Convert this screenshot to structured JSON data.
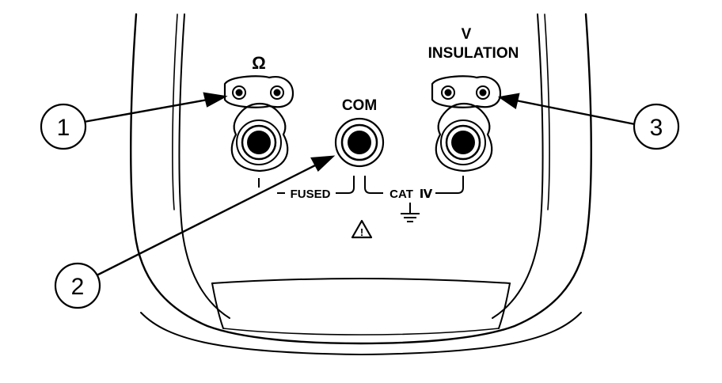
{
  "diagram": {
    "labels": {
      "ohm": "Ω",
      "com": "COM",
      "v": "V",
      "insulation": "INSULATION",
      "fused": "FUSED",
      "cat": "CAT",
      "cat_numeral": "Ⅳ",
      "warning_glyph": "!"
    },
    "callouts": [
      "1",
      "2",
      "3"
    ],
    "colors": {
      "ink": "#000000",
      "background": "#ffffff"
    },
    "icons": [
      "ground-symbol-icon",
      "warning-triangle-icon"
    ]
  }
}
